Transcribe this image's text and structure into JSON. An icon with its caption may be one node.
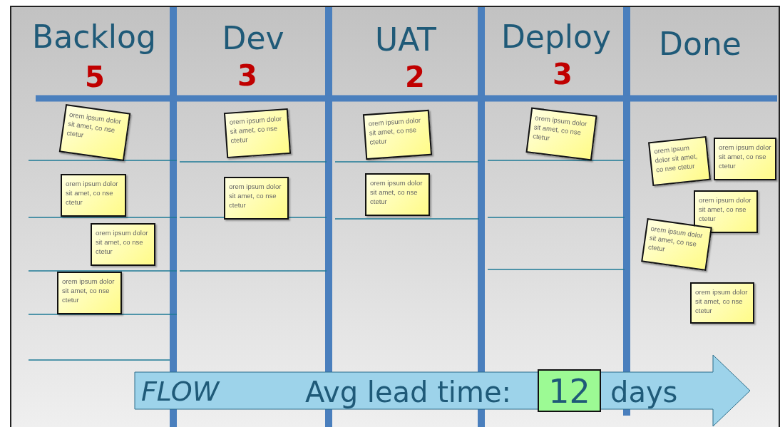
{
  "diagram": {
    "nodes": [
      {
        "text": [
          "Backlog",
          "5"
        ]
      },
      {
        "text": [
          "orem ipsum dolor sit amet, co nse ctetur"
        ],
        "in": 0
      },
      {
        "text": [
          "orem ipsum dolor sit amet, co nse ctetur"
        ],
        "in": 0
      },
      {
        "text": [
          "orem ipsum dolor sit amet, co nse ctetur"
        ],
        "in": 0
      },
      {
        "text": [
          "orem ipsum dolor sit amet, co nse ctetur"
        ],
        "in": 0
      },
      {
        "text": [
          "Dev",
          "3"
        ]
      },
      {
        "text": [
          "orem ipsum dolor sit amet, co nse ctetur"
        ],
        "in": 5
      },
      {
        "text": [
          "orem ipsum dolor sit amet, co nse ctetur"
        ],
        "in": 5
      },
      {
        "text": [
          "UAT",
          "2"
        ]
      },
      {
        "text": [
          "orem ipsum dolor sit amet, co nse ctetur"
        ],
        "in": 8
      },
      {
        "text": [
          "orem ipsum dolor sit amet, co nse ctetur"
        ],
        "in": 8
      },
      {
        "text": [
          "Deploy",
          "3"
        ]
      },
      {
        "text": [
          "orem ipsum dolor sit amet, co nse ctetur"
        ],
        "in": 11
      },
      {
        "text": [
          "Done"
        ]
      },
      {
        "text": [
          "orem ipsum dolor sit amet, co nse ctetur"
        ],
        "in": 13
      },
      {
        "text": [
          "orem ipsum dolor sit amet, co nse ctetur"
        ],
        "in": 13
      },
      {
        "text": [
          "orem ipsum dolor sit amet, co nse ctetur"
        ],
        "in": 13
      },
      {
        "text": [
          "orem ipsum dolor sit amet, co nse ctetur"
        ],
        "in": 13
      },
      {
        "text": [
          "orem ipsum dolor sit amet, co nse ctetur"
        ],
        "in": 13
      },
      {
        "text": [
          "FLOW",
          "Avg lead time:",
          "days"
        ]
      },
      {
        "text": [
          "12"
        ],
        "in": 19
      }
    ]
  }
}
